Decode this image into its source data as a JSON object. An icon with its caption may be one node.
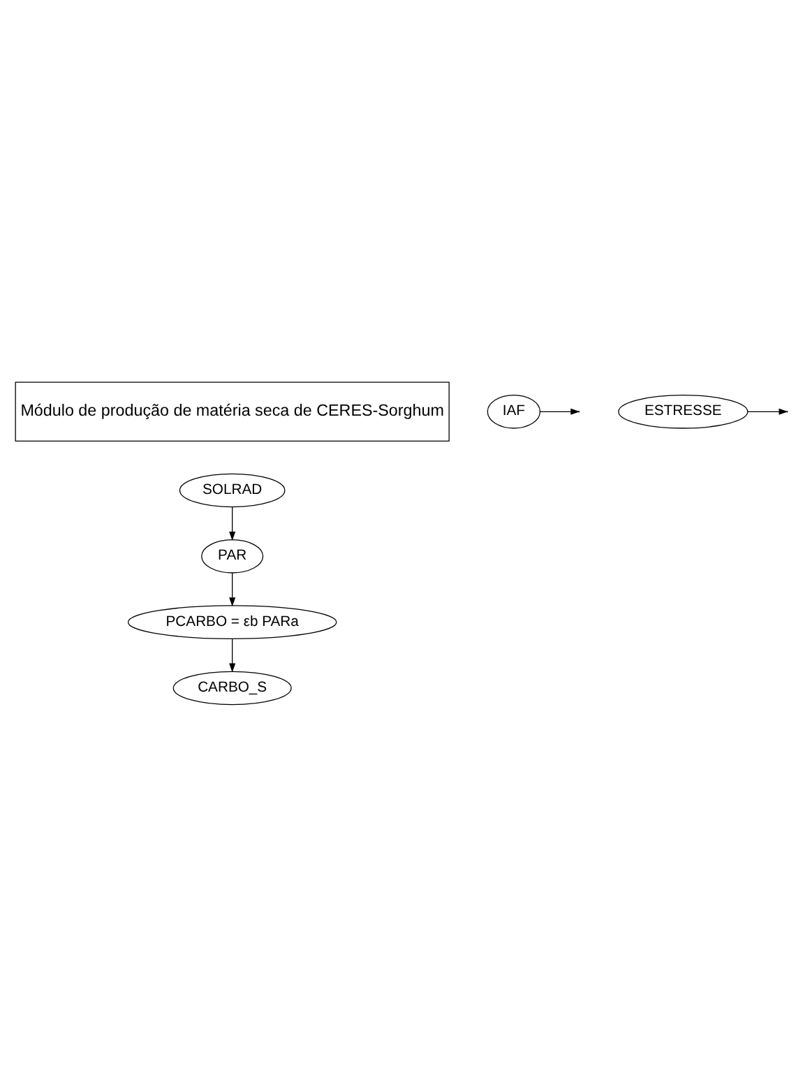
{
  "diagram": {
    "nodes": [
      {
        "text": [
          "Módulo de produção de matéria seca de CERES-Sorghum"
        ]
      },
      {
        "text": [
          "SOLRAD"
        ]
      },
      {
        "text": [
          "PAR"
        ]
      },
      {
        "text": [
          "IAF"
        ]
      },
      {
        "text": [
          "PCARBO = εb PARa"
        ]
      },
      {
        "text": [
          "ESTRESSE"
        ]
      },
      {
        "text": [
          "CARBO_S"
        ]
      }
    ],
    "edges": [
      {
        "from": 1,
        "to": 2,
        "arrow": "to"
      },
      {
        "from": 2,
        "to": 4,
        "arrow": "to"
      },
      {
        "from": 3,
        "to": null,
        "arrow": "to"
      },
      {
        "from": 4,
        "to": 6,
        "arrow": "to"
      },
      {
        "from": 5,
        "to": null,
        "arrow": "to"
      }
    ]
  }
}
